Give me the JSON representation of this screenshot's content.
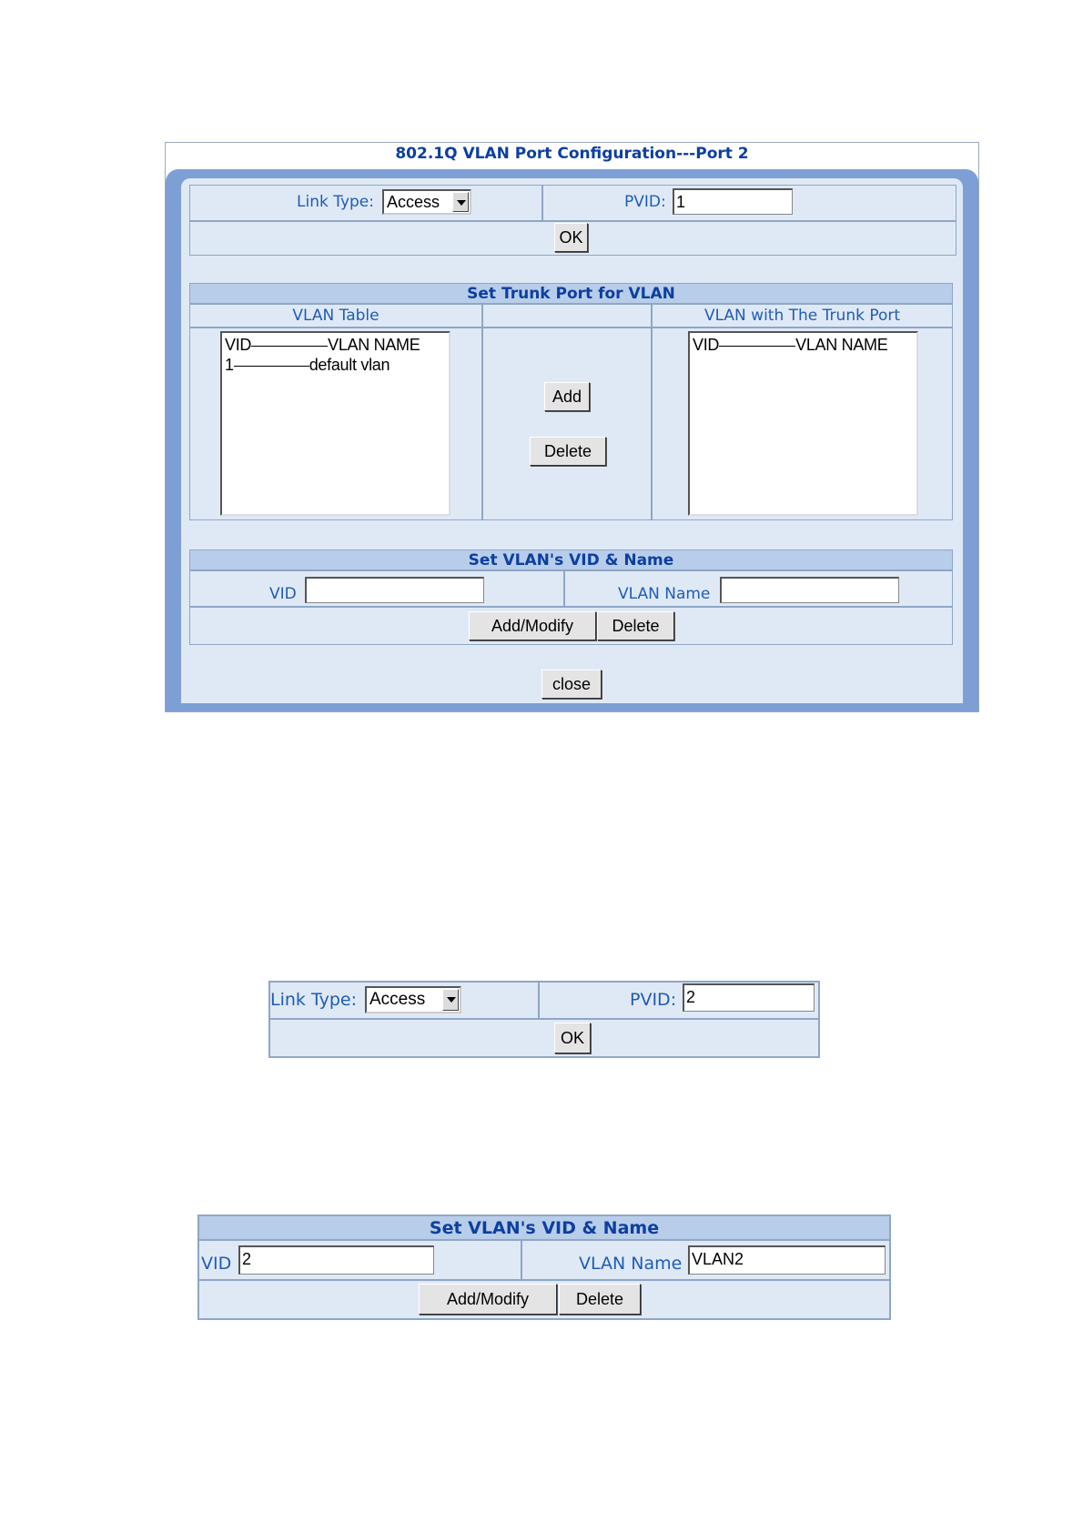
{
  "panel": {
    "title": "802.1Q VLAN Port Configuration---Port 2",
    "link_type_label": "Link Type:",
    "link_type_value": "Access",
    "pvid_label": "PVID:",
    "pvid_value": "1",
    "ok_label": "OK",
    "trunk": {
      "title": "Set Trunk Port for VLAN",
      "vlan_table_header": "VLAN Table",
      "vlan_trunk_header": "VLAN with The Trunk Port",
      "list_header_vid": "VID",
      "list_header_name": "VLAN NAME",
      "vlan_rows": [
        {
          "vid": "1",
          "name": "default vlan"
        }
      ],
      "add_label": "Add",
      "delete_label": "Delete"
    },
    "vidname": {
      "title": "Set VLAN's VID & Name",
      "vid_label": "VID",
      "vid_value": "",
      "name_label": "VLAN Name",
      "name_value": "",
      "add_modify_label": "Add/Modify",
      "delete_label": "Delete"
    },
    "close_label": "close"
  },
  "snippet_link": {
    "link_type_label": "Link Type:",
    "link_type_value": "Access",
    "pvid_label": "PVID:",
    "pvid_value": "2",
    "ok_label": "OK"
  },
  "snippet_vid": {
    "title": "Set VLAN's VID & Name",
    "vid_label": "VID",
    "vid_value": "2",
    "name_label": "VLAN Name",
    "name_value": "VLAN2",
    "add_modify_label": "Add/Modify",
    "delete_label": "Delete"
  },
  "colors": {
    "panel_bg": "#dfe9f6",
    "header_bar": "#b8cde9",
    "title_text": "#0c3fa0",
    "label_text": "#1f5cb4"
  }
}
